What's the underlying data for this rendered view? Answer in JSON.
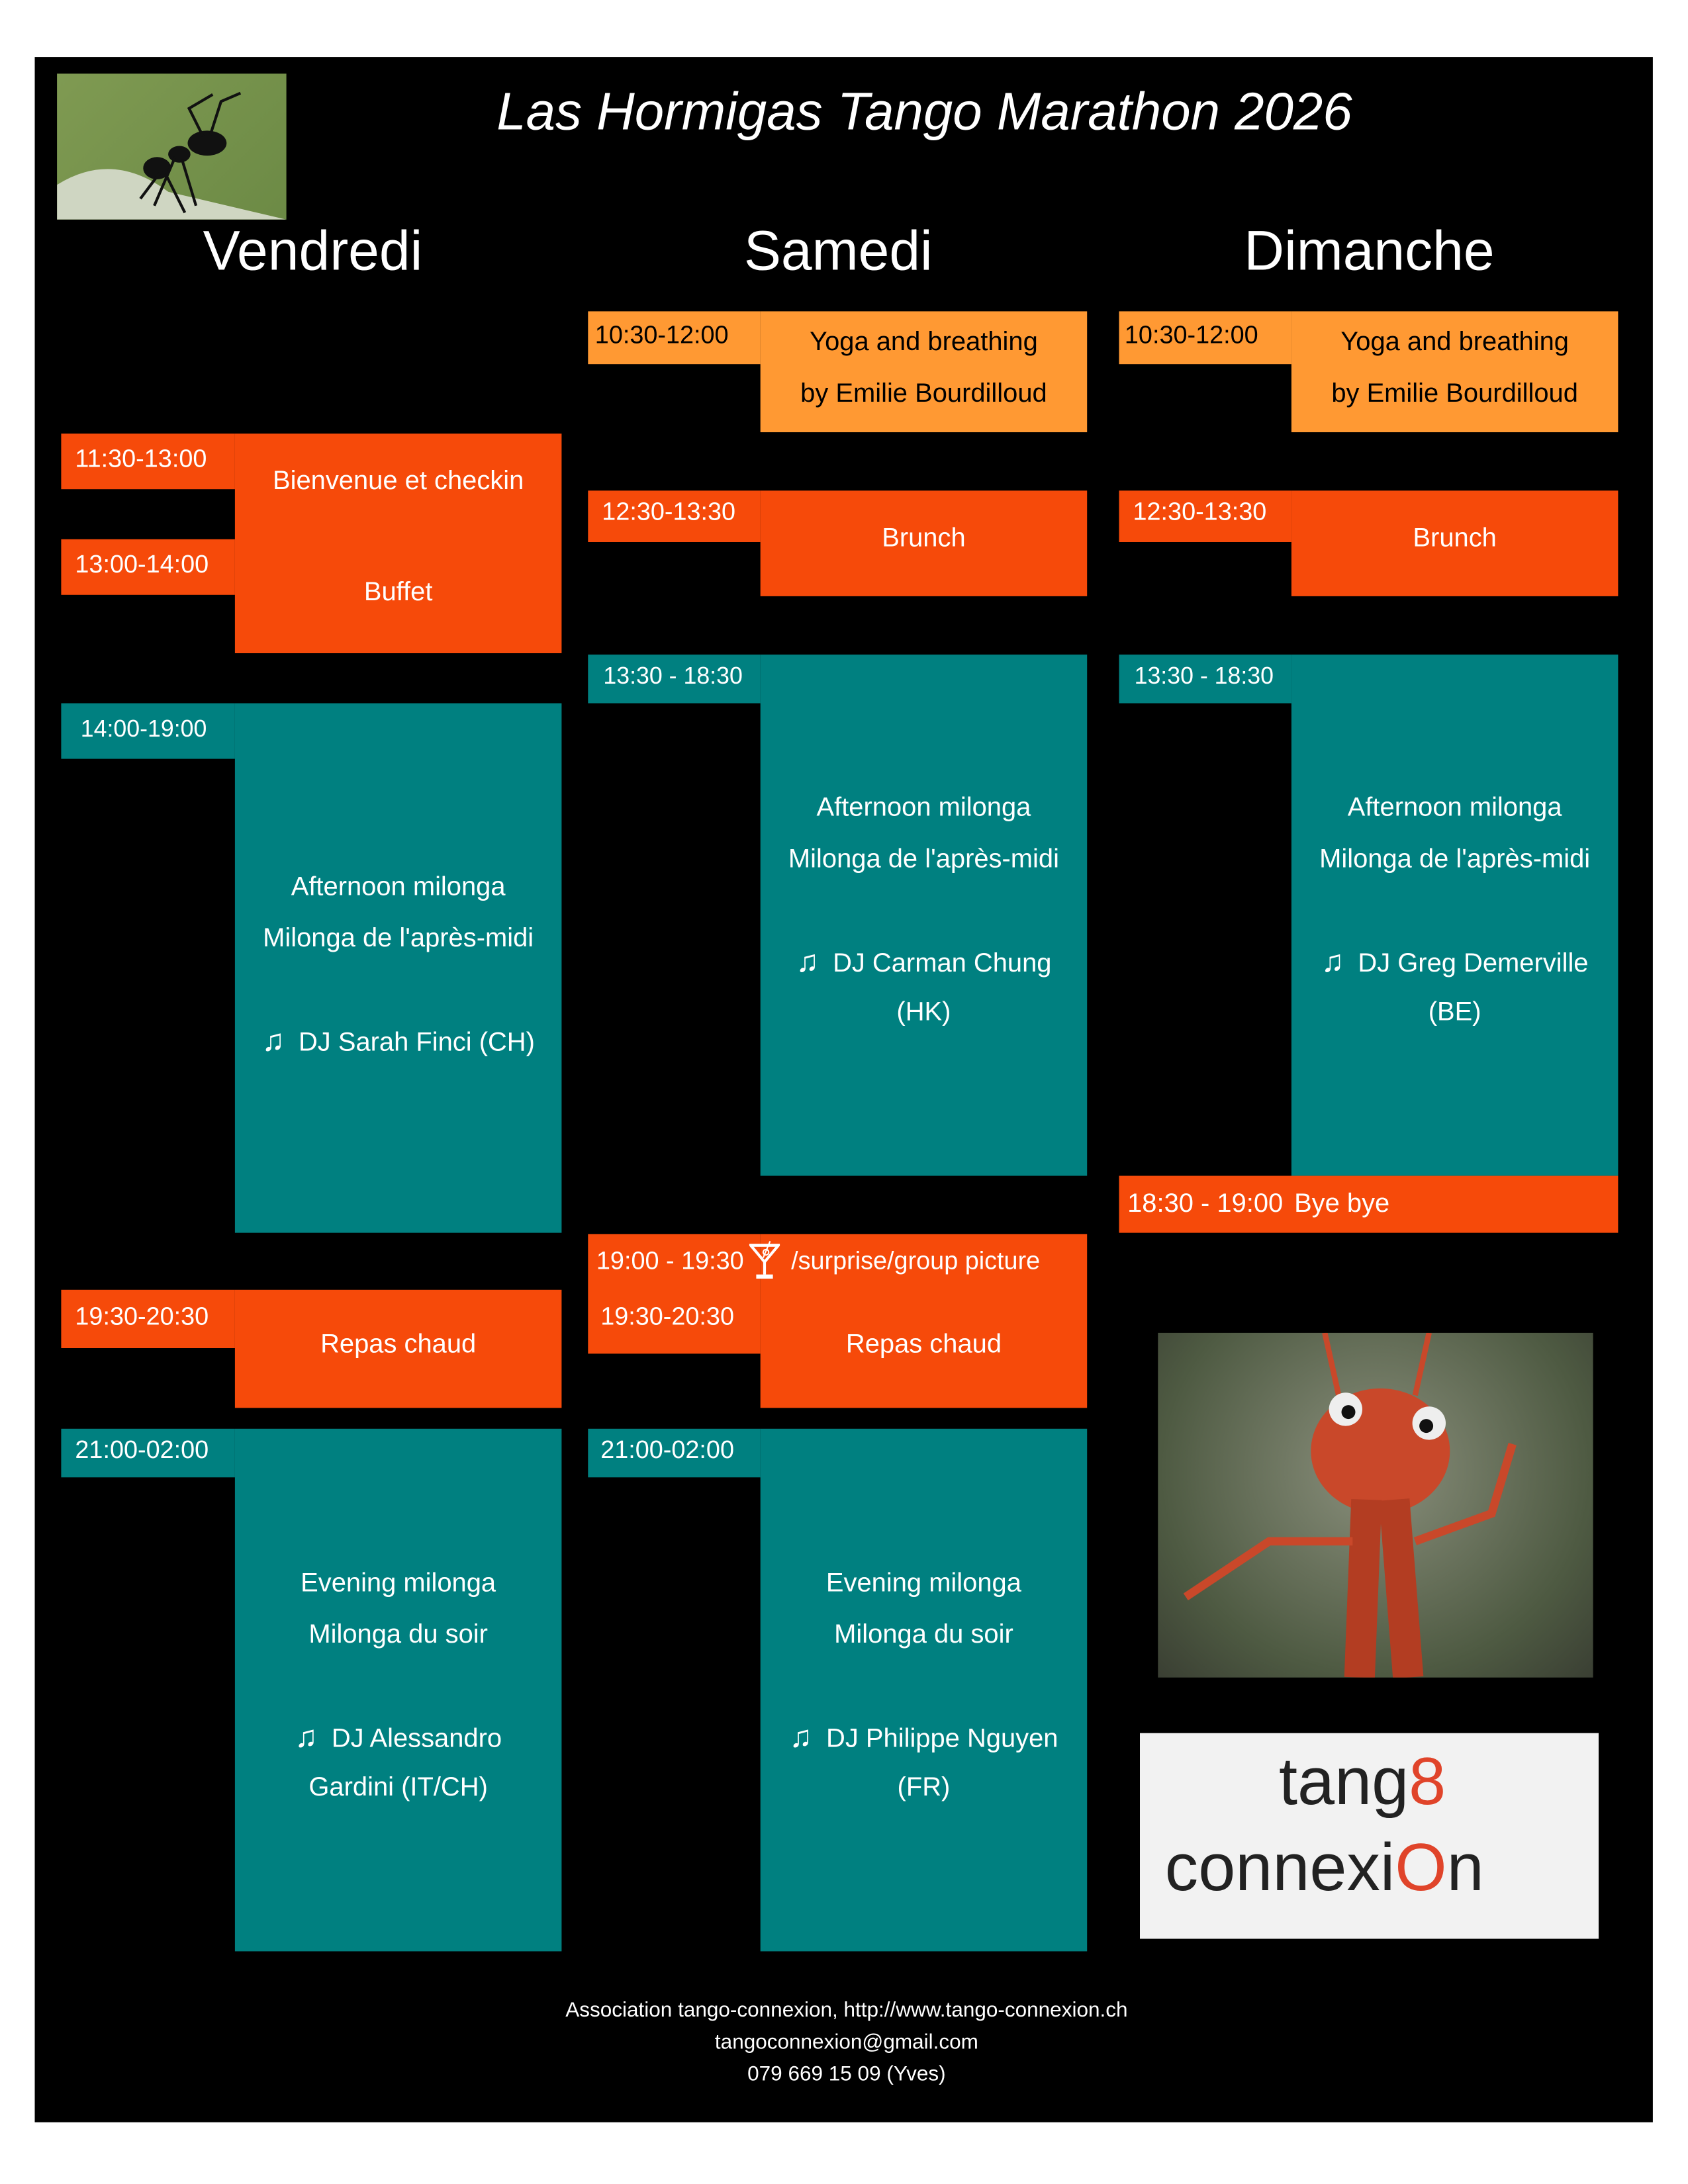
{
  "title": "Las Hormigas Tango Marathon 2026",
  "days": [
    "Vendredi",
    "Samedi",
    "Dimanche"
  ],
  "colors": {
    "meal": "#F64A0A",
    "yoga": "#FF9933",
    "milonga": "#008080",
    "background": "#000000"
  },
  "vendredi": {
    "welcome": {
      "time": "11:30-13:00",
      "label": "Bienvenue et checkin"
    },
    "buffet": {
      "time": "13:00-14:00",
      "label": "Buffet"
    },
    "afternoon": {
      "time": "14:00-19:00",
      "title": "Afternoon milonga",
      "subtitle": "Milonga de l'après-midi",
      "dj": "DJ Sarah Finci (CH)"
    },
    "dinner": {
      "time": "19:30-20:30",
      "label": "Repas chaud"
    },
    "evening": {
      "time": "21:00-02:00",
      "title": "Evening milonga",
      "subtitle": "Milonga du soir",
      "dj_line1": "DJ Alessandro",
      "dj_line2": "Gardini (IT/CH)"
    }
  },
  "samedi": {
    "yoga": {
      "time": "10:30-12:00",
      "line1": "Yoga and breathing",
      "line2": "by Emilie Bourdilloud"
    },
    "brunch": {
      "time": "12:30-13:30",
      "label": "Brunch"
    },
    "afternoon": {
      "time": "13:30 - 18:30",
      "title": "Afternoon milonga",
      "subtitle": "Milonga de l'après-midi",
      "dj_line1": "DJ Carman Chung",
      "dj_line2": "(HK)"
    },
    "surprise": {
      "time": "19:00 - 19:30",
      "label": "/surprise/group picture"
    },
    "dinner": {
      "time": "19:30-20:30",
      "label": "Repas chaud"
    },
    "evening": {
      "time": "21:00-02:00",
      "title": "Evening milonga",
      "subtitle": "Milonga du soir",
      "dj_line1": "DJ Philippe Nguyen",
      "dj_line2": "(FR)"
    }
  },
  "dimanche": {
    "yoga": {
      "time": "10:30-12:00",
      "line1": "Yoga and breathing",
      "line2": "by Emilie Bourdilloud"
    },
    "brunch": {
      "time": "12:30-13:30",
      "label": "Brunch"
    },
    "afternoon": {
      "time": "13:30 - 18:30",
      "title": "Afternoon milonga",
      "subtitle": "Milonga de l'après-midi",
      "dj_line1": "DJ Greg Demerville",
      "dj_line2": "(BE)"
    },
    "byebye": {
      "time": "18:30 - 19:00",
      "label": "Bye bye"
    }
  },
  "logo": {
    "line1": "tang",
    "line2": "connexi",
    "line2_end": "n",
    "accent": "8"
  },
  "footer": {
    "line1": "Association tango-connexion, http://www.tango-connexion.ch",
    "line2": "tangoconnexion@gmail.com",
    "line3": "079 669 15 09 (Yves)"
  }
}
